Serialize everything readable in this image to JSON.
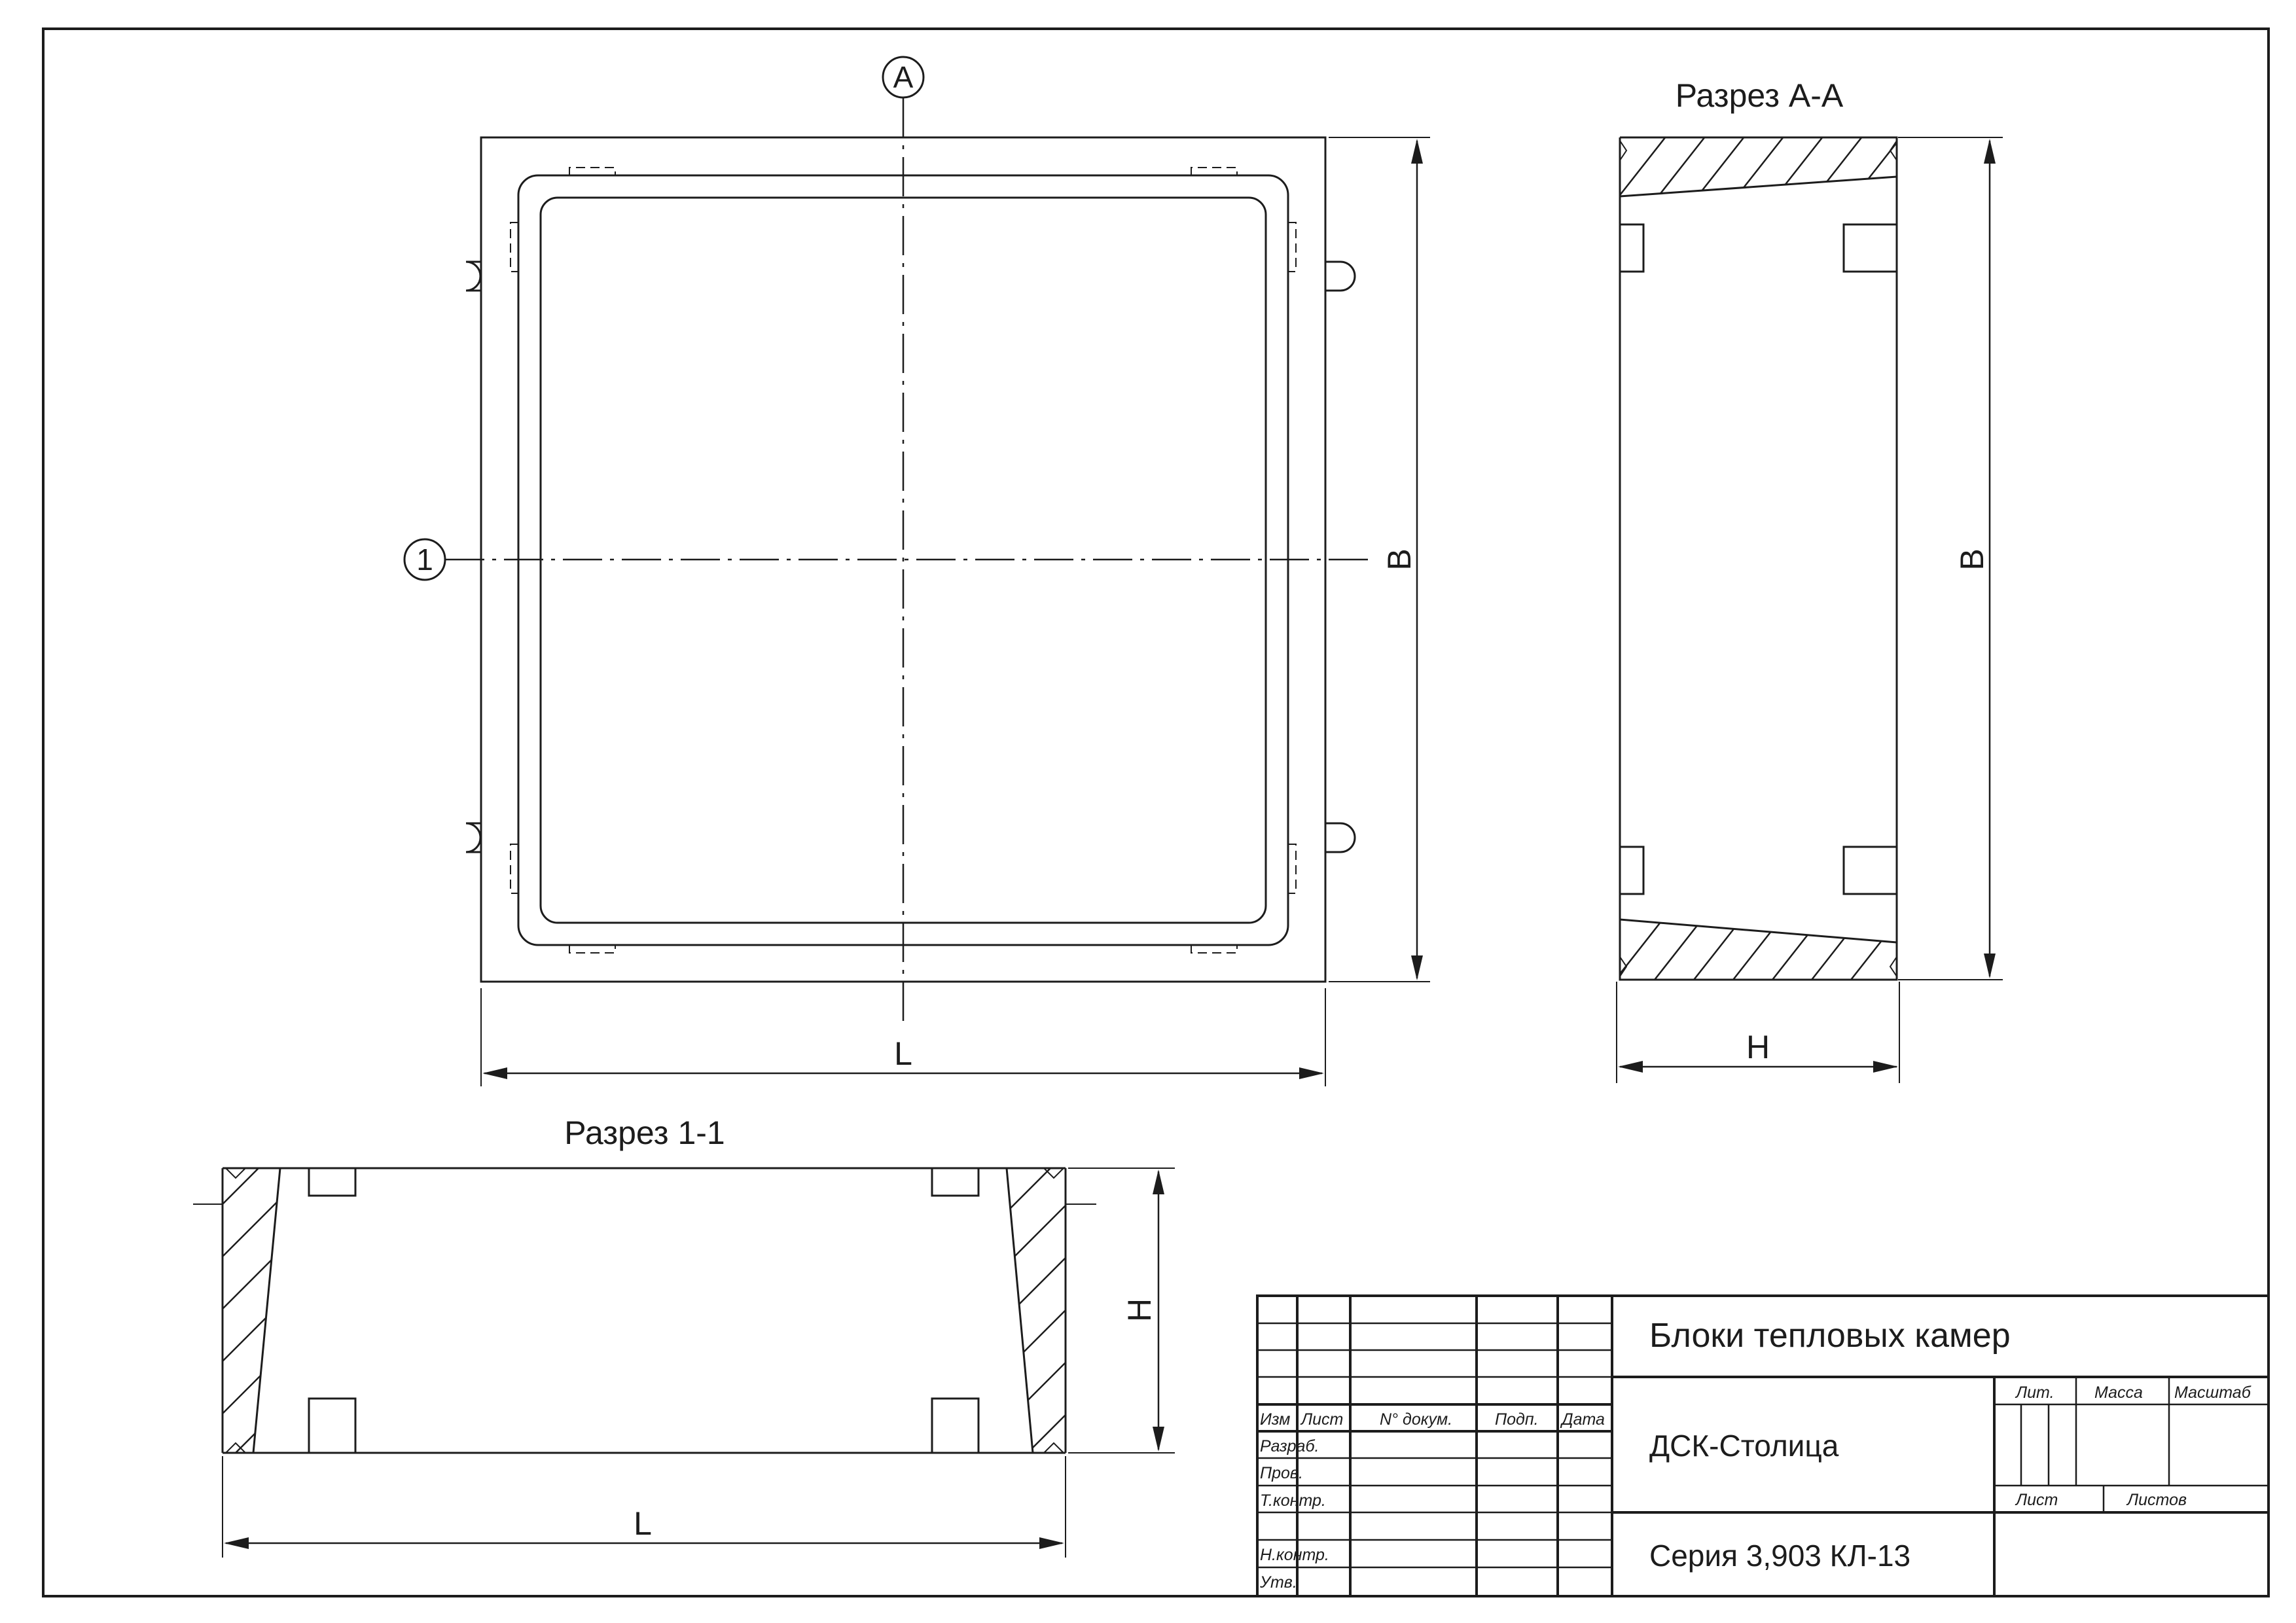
{
  "views": {
    "section_aa_title": "Разрез А-А",
    "section_11_title": "Разрез 1-1"
  },
  "axis_marks": {
    "a": "А",
    "one": "1"
  },
  "dimensions": {
    "plan_length": "L",
    "plan_width": "B",
    "section_aa_width": "B",
    "section_aa_height": "H",
    "section_11_length": "L",
    "section_11_height": "H"
  },
  "title_block": {
    "name": "Блоки тепловых камер",
    "organization": "ДСК-Столица",
    "series": "Серия 3,903 КЛ-13",
    "columns": {
      "izm": "Изм",
      "list": "Лист",
      "doc_no": "N° докум.",
      "sign": "Подп.",
      "date": "Дата"
    },
    "rows": {
      "developed": "Разраб.",
      "checked": "Пров.",
      "tech_control": "Т.контр.",
      "norm_control": "Н.контр.",
      "approved": "Утв."
    },
    "stage": {
      "lit": "Лит.",
      "mass": "Масса",
      "scale": "Масштаб",
      "sheet": "Лист",
      "sheets": "Листов"
    }
  }
}
